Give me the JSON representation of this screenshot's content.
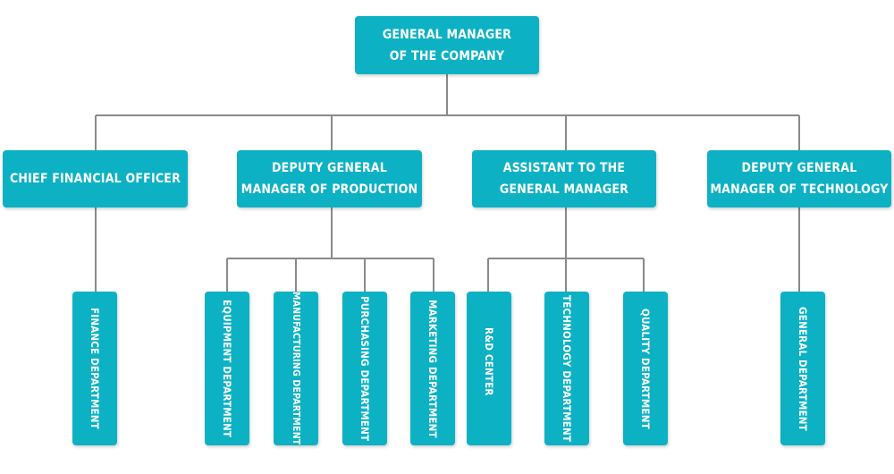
{
  "org_chart": {
    "root": {
      "label": "GENERAL MANAGER\nOF THE COMPANY"
    },
    "level2": [
      {
        "label": "CHIEF FINANCIAL OFFICER",
        "children": [
          "FINANCE DEPARTMENT"
        ]
      },
      {
        "label": "DEPUTY GENERAL\nMANAGER OF PRODUCTION",
        "children": [
          "EQUIPMENT DEPARTMENT",
          "MANUFACTURING DEPARTMENT",
          "PURCHASING DEPARTMENT",
          "MARKETING DEPARTMENT"
        ]
      },
      {
        "label": "ASSISTANT TO THE\nGENERAL MANAGER",
        "children": [
          "R&D CENTER",
          "TECHNOLOGY DEPARTMENT",
          "QUALITY DEPARTMENT"
        ]
      },
      {
        "label": "DEPUTY GENERAL\nMANAGER OF TECHNOLOGY",
        "children": [
          "GENERAL DEPARTMENT"
        ]
      }
    ]
  },
  "colors": {
    "box": "#0db1c4",
    "connector": "#8a8a8a",
    "text": "#ffffff"
  }
}
